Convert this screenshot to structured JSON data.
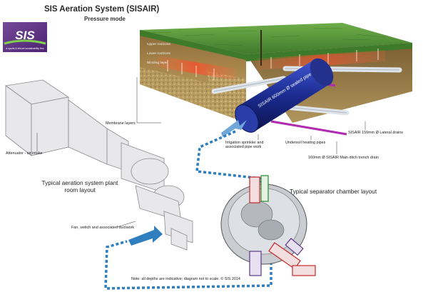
{
  "header": {
    "title": "SIS Aeration System (SISAIR)",
    "subtitle": "Pressure mode"
  },
  "logo": {
    "text": "SIS",
    "tagline": "a sports & leisure sustainability firm"
  },
  "ground_layers": {
    "upper": "Upper rootzone",
    "lower": "Lower rootzone",
    "blinding": "Blinding layer"
  },
  "pipe_label": "SISAIR 600mm Ø sealed pipe",
  "labels": {
    "membrane": "Membrane layers",
    "attenuator": "Attenuator - air intake",
    "plant_room": "Typical aeration system plant room layout",
    "fan": "Fan, switch and associated ductwork",
    "irrigation": "Irrigation sprinkler and associated pipe work",
    "heating": "Undersoil heating pipes",
    "laterals": "SISAIR 150mm Ø Lateral drains",
    "main_drain": "160mm Ø SISAIR Main ditch trench drain",
    "separator": "Typical separator chamber layout",
    "note": "Note: all depths are indicative; diagram not to scale. © SIS 2014"
  },
  "colors": {
    "grass": "#4f8f3a",
    "soil": "#b69b5f",
    "pipe_blue": "#1b2b8f",
    "duct_blue": "#2f7fbf",
    "heating_magenta": "#b02bb0",
    "logo_purple": "#5b2a86"
  }
}
